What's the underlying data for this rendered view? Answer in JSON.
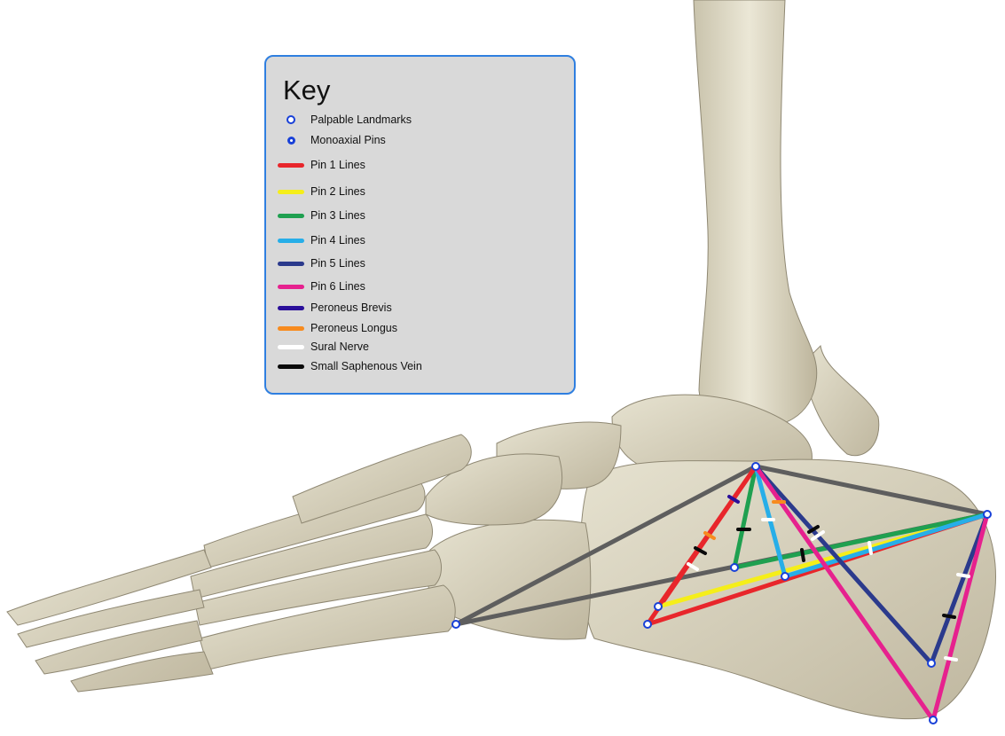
{
  "key": {
    "title": "Key",
    "items": [
      {
        "label": "Palpable Landmarks",
        "kind": "landmark",
        "color": "#1840d8"
      },
      {
        "label": "Monoaxial Pins",
        "kind": "pin",
        "color": "#1840d8"
      },
      {
        "label": "Pin 1 Lines",
        "kind": "line",
        "color": "#e8262b"
      },
      {
        "label": "Pin 2 Lines",
        "kind": "line",
        "color": "#f5ee1a"
      },
      {
        "label": "Pin 3 Lines",
        "kind": "line",
        "color": "#1fa050"
      },
      {
        "label": "Pin 4 Lines",
        "kind": "line",
        "color": "#27aee8"
      },
      {
        "label": "Pin 5 Lines",
        "kind": "line",
        "color": "#2b3a8c"
      },
      {
        "label": "Pin 6 Lines",
        "kind": "line",
        "color": "#e6218e"
      },
      {
        "label": "Peroneus Brevis",
        "kind": "line",
        "color": "#2a0f9a"
      },
      {
        "label": "Peroneus Longus",
        "kind": "line",
        "color": "#f78b1f"
      },
      {
        "label": "Sural Nerve",
        "kind": "line",
        "color": "#ffffff"
      },
      {
        "label": "Small Saphenous Vein",
        "kind": "line",
        "color": "#0a0a0a"
      }
    ]
  },
  "colors": {
    "bone": "#d7d2bd",
    "bone_shadow": "#b7b09a",
    "landmark_connector": "#5e5e5e"
  }
}
